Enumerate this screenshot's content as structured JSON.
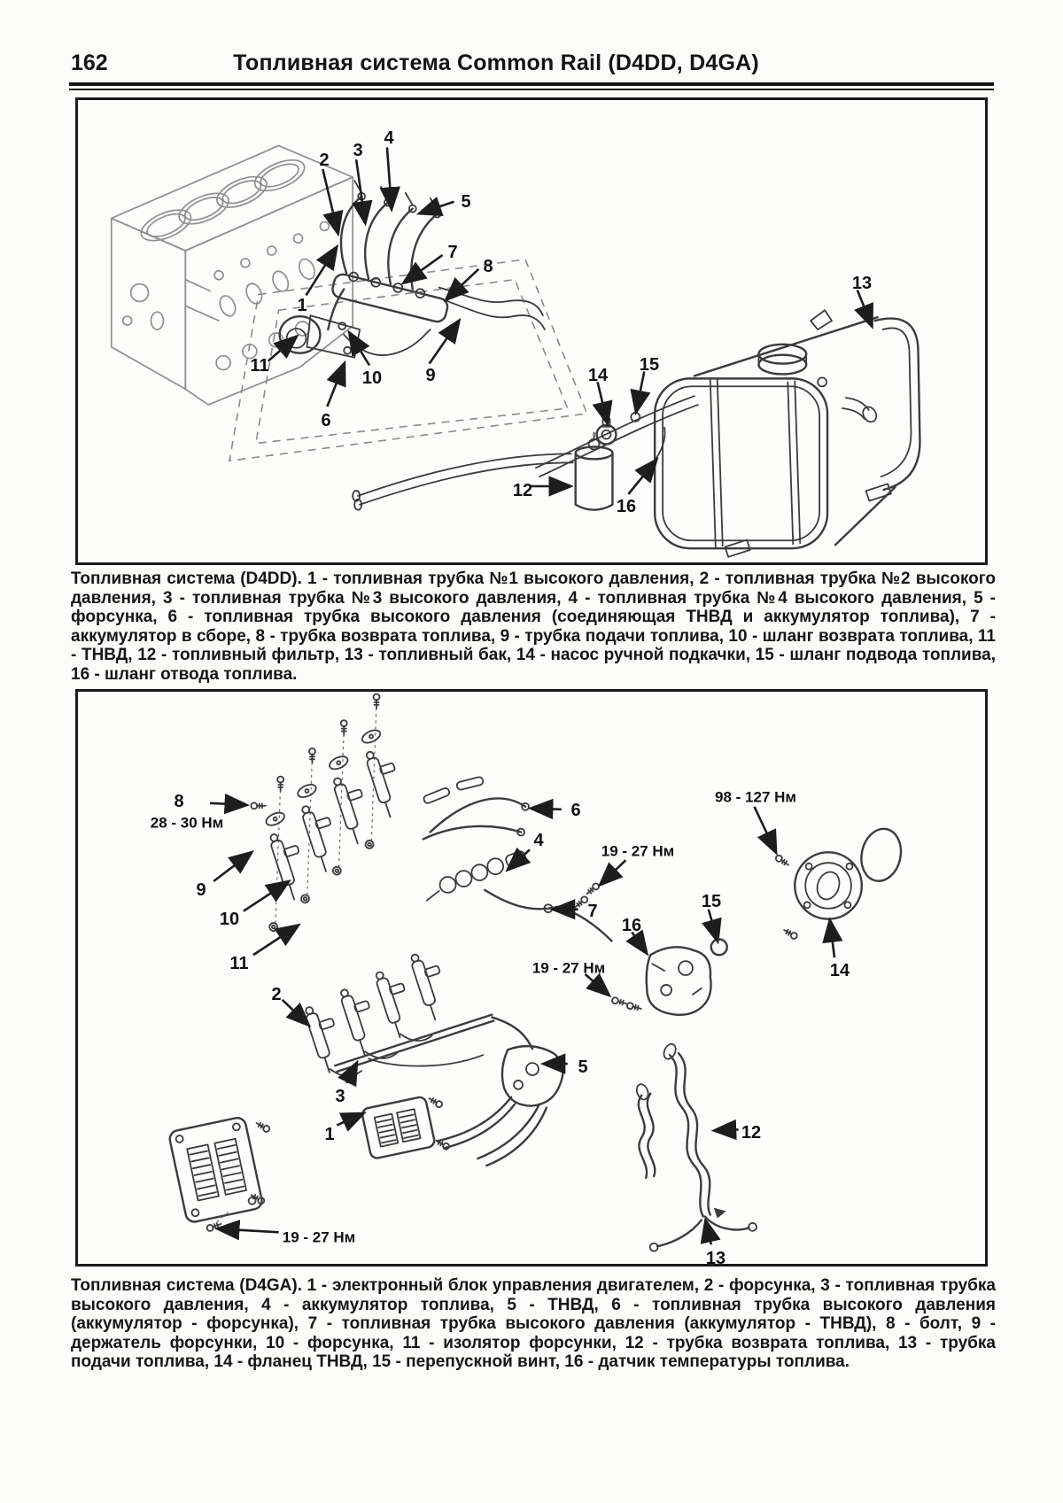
{
  "header": {
    "page_number": "162",
    "title": "Топливная система Common Rail (D4DD, D4GA)"
  },
  "figure1": {
    "caption": "Топливная система (D4DD). 1 - топливная трубка №1 высокого давления, 2 - топливная трубка №2 высокого давления, 3 - топливная трубка №3 высокого давления, 4 - топливная трубка №4 высокого давления, 5 - форсунка, 6 - топливная трубка высокого давления (соединяющая ТНВД и аккумулятор топлива), 7 - аккумулятор в сборе, 8 - трубка возврата топлива, 9 - трубка подачи топлива, 10 - шланг возврата топлива, 11 - ТНВД, 12 - топливный фильтр, 13 - топливный бак, 14 - насос ручной подкачки, 15 - шланг подвода топлива, 16 - шланг отвода топлива.",
    "callouts": [
      "1",
      "2",
      "3",
      "4",
      "5",
      "6",
      "7",
      "8",
      "9",
      "10",
      "11",
      "12",
      "13",
      "14",
      "15",
      "16"
    ]
  },
  "figure2": {
    "caption": "Топливная система (D4GA). 1 - электронный блок управления двигателем, 2 - форсунка, 3 - топливная трубка высокого давления, 4 - аккумулятор топлива, 5 - ТНВД, 6 - топливная трубка высокого давления (аккумулятор - форсунка), 7 - топливная трубка высокого давления (аккумулятор - ТНВД), 8 - болт, 9 - держатель форсунки, 10 - форсунка, 11 - изолятор форсунки, 12 - трубка возврата топлива, 13 - трубка подачи топлива, 14 - фланец ТНВД, 15 - перепускной винт, 16 - датчик температуры топлива.",
    "callouts": [
      "1",
      "2",
      "3",
      "4",
      "5",
      "6",
      "7",
      "8",
      "9",
      "10",
      "11",
      "12",
      "13",
      "14",
      "15",
      "16"
    ],
    "torque_labels": [
      "28 - 30 Нм",
      "98 - 127 Нм",
      "19 - 27 Нм",
      "19 - 27 Нм",
      "19 - 27 Нм"
    ]
  }
}
